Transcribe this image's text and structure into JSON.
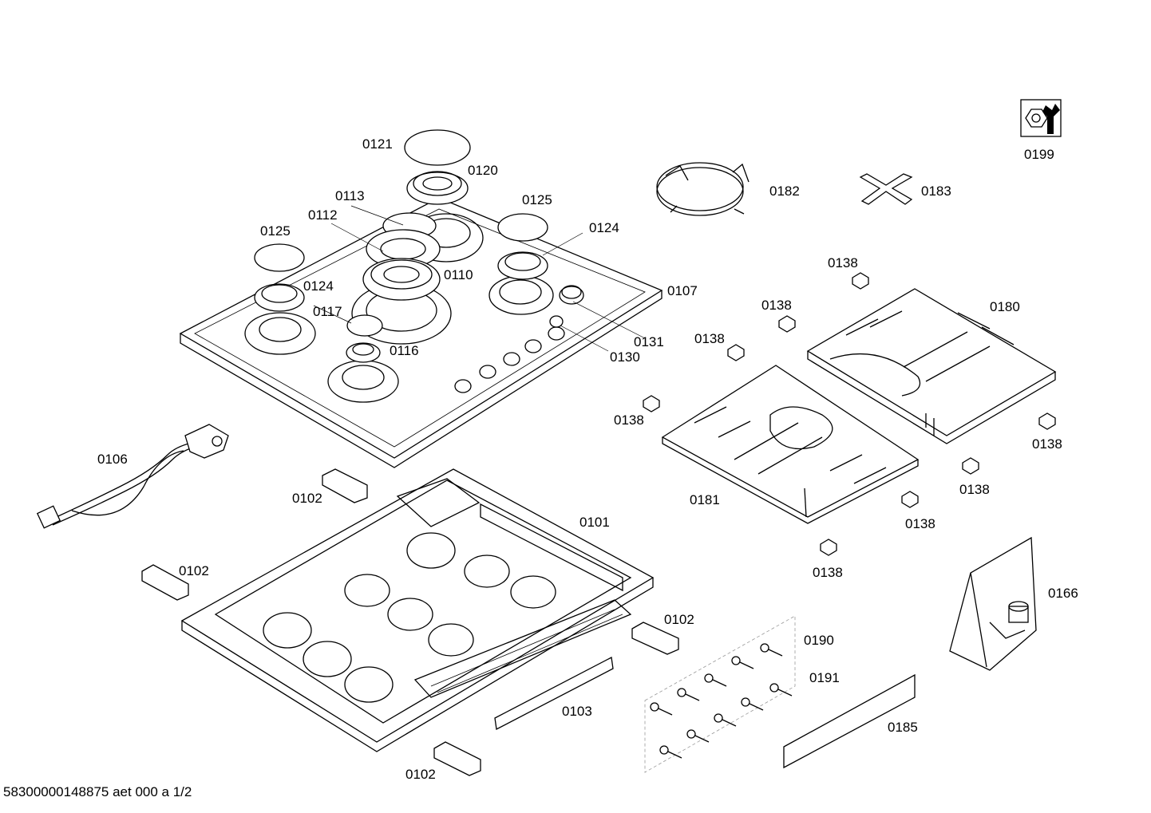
{
  "labels": {
    "p0121": "0121",
    "p0120": "0120",
    "p0113": "0113",
    "p0112": "0112",
    "p0125a": "0125",
    "p0125b": "0125",
    "p0124a": "0124",
    "p0124b": "0124",
    "p0110": "0110",
    "p0107": "0107",
    "p0117": "0117",
    "p0116": "0116",
    "p0131": "0131",
    "p0130": "0130",
    "p0182": "0182",
    "p0183": "0183",
    "p0199": "0199",
    "p0180": "0180",
    "p0181": "0181",
    "p0138a": "0138",
    "p0138b": "0138",
    "p0138c": "0138",
    "p0138d": "0138",
    "p0138e": "0138",
    "p0138f": "0138",
    "p0138g": "0138",
    "p0138h": "0138",
    "p0106": "0106",
    "p0102a": "0102",
    "p0102b": "0102",
    "p0102c": "0102",
    "p0102d": "0102",
    "p0101": "0101",
    "p0103": "0103",
    "p0166": "0166",
    "p0190": "0190",
    "p0191": "0191",
    "p0185": "0185"
  },
  "footer": {
    "document_code": "58300000148875 aet 000 a 1/2"
  },
  "icons": {
    "service_kit": "wrench-nut-icon"
  }
}
